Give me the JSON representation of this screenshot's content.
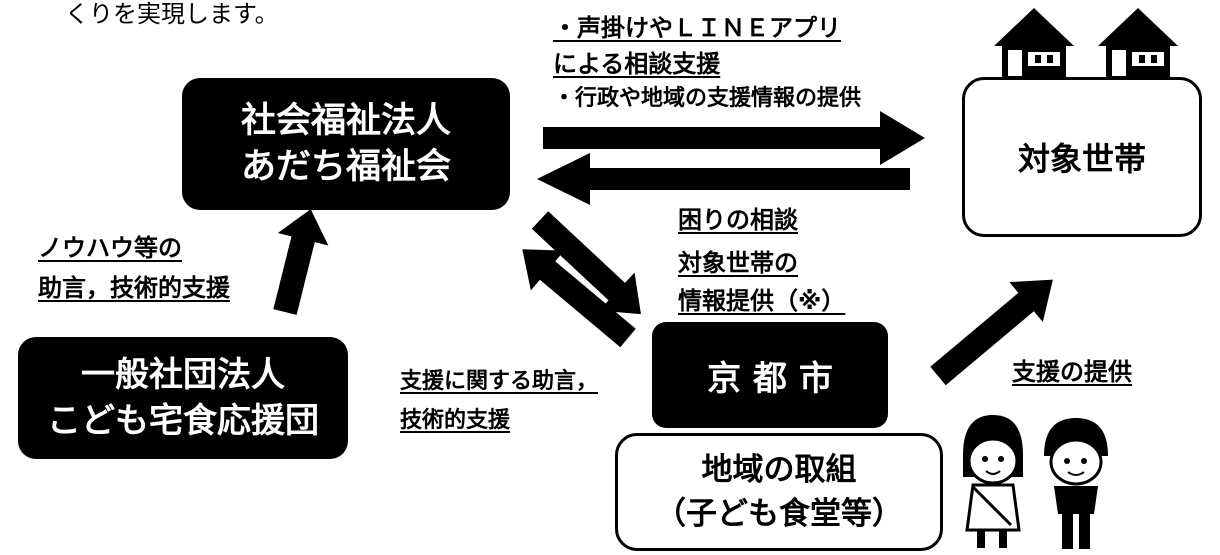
{
  "intro_text": "くりを実現します。",
  "nodes": {
    "shakai": {
      "line1": "社会福祉法人",
      "line2": "あだち福祉会"
    },
    "taisho": {
      "label": "対象世帯"
    },
    "ippan": {
      "line1": "一般社団法人",
      "line2": "こども宅食応援団"
    },
    "kyoto": {
      "label": "京 都 市"
    },
    "chiiki": {
      "line1": "地域の取組",
      "line2": "（子ども食堂等）"
    }
  },
  "labels": {
    "koekake_1": "・声掛けやＬＩＮＥアプリ",
    "koekake_2": "による相談支援",
    "gyosei": "・行政や地域の支援情報の提供",
    "komari": "困りの相談",
    "taisho_info_1": "対象世帯の",
    "taisho_info_2": "情報提供（※）",
    "knowhow_1": "ノウハウ等の",
    "knowhow_2": "助言，技術的支援",
    "shien_1": "支援に関する助言，",
    "shien_2": "技術的支援",
    "teikyo": "支援の提供"
  },
  "icons": [
    "house-icon",
    "house-icon",
    "child-girl-icon",
    "child-boy-icon"
  ]
}
